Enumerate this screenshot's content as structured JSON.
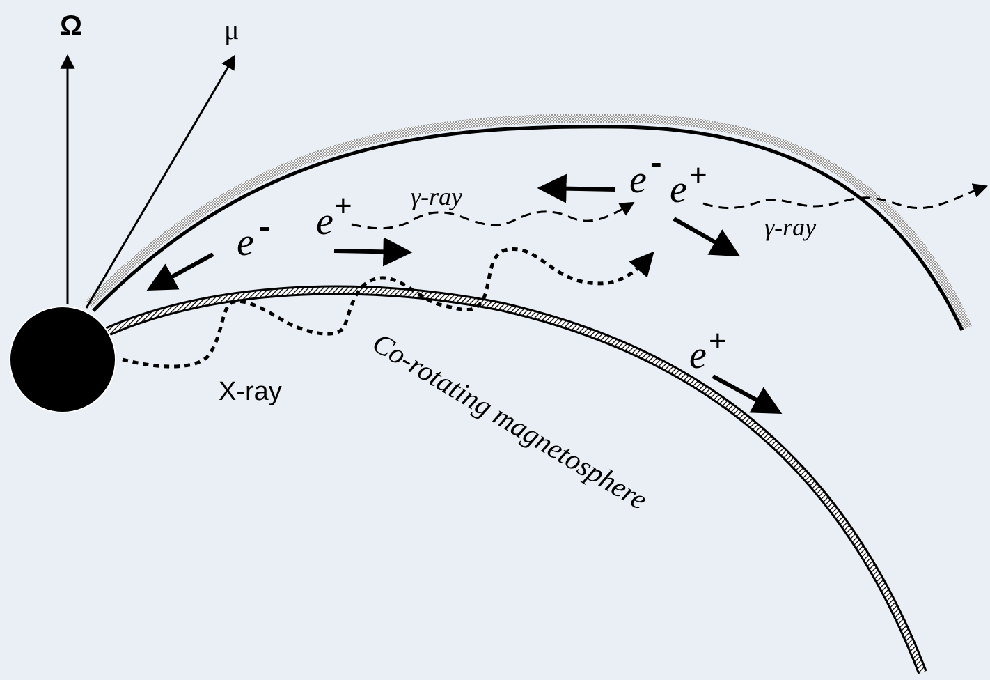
{
  "axes": {
    "rotation_axis_label": "Ω",
    "magnetic_axis_label": "μ"
  },
  "particles": {
    "electron_inward": "e",
    "electron_inward_sign": "-",
    "positron_left": "e",
    "positron_left_sign": "+",
    "pair_electron": "e",
    "pair_electron_sign": "-",
    "pair_positron": "e",
    "pair_positron_sign": "+",
    "positron_outer": "e",
    "positron_outer_sign": "+"
  },
  "photons": {
    "gamma_ray_1": "γ-ray",
    "gamma_ray_2": "γ-ray",
    "xray": "X-ray"
  },
  "regions": {
    "magnetosphere_label": "Co-rotating magnetosphere"
  },
  "colors": {
    "background": "#e9eff4",
    "ink": "#000000",
    "outer_gap_band": "#b9bcc0",
    "inner_band": "#6c6c6c"
  }
}
